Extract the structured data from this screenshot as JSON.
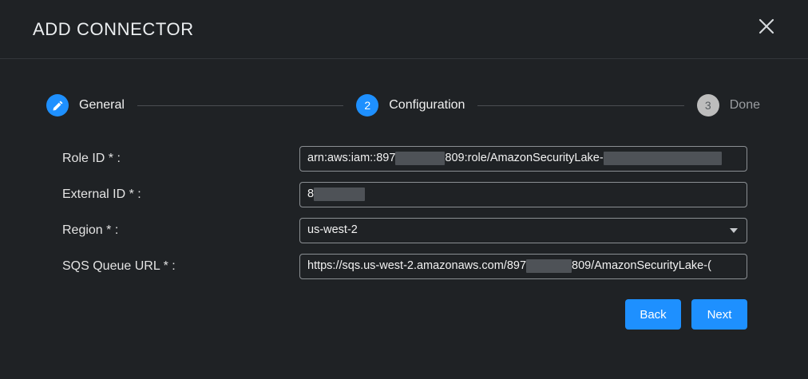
{
  "header": {
    "title": "ADD CONNECTOR",
    "close_icon": "close-icon"
  },
  "stepper": {
    "steps": [
      {
        "marker": "✎",
        "icon": "pencil-icon",
        "label": "General",
        "state": "complete"
      },
      {
        "marker": "2",
        "label": "Configuration",
        "state": "active"
      },
      {
        "marker": "3",
        "label": "Done",
        "state": "inactive"
      }
    ]
  },
  "form": {
    "fields": [
      {
        "label": "Role ID * :",
        "type": "text",
        "value_prefix": "arn:aws:iam::897",
        "value_middle": "809:role/AmazonSecurityLake-",
        "redacted": true
      },
      {
        "label": "External ID * :",
        "type": "text",
        "value_prefix": "8",
        "redacted": true
      },
      {
        "label": "Region * :",
        "type": "select",
        "value": "us-west-2",
        "caret_icon": "chevron-down-icon"
      },
      {
        "label": "SQS Queue URL * :",
        "type": "text",
        "value_prefix": "https://sqs.us-west-2.amazonaws.com/897",
        "value_middle": "809/AmazonSecurityLake-(",
        "redacted": true
      }
    ]
  },
  "actions": {
    "back_label": "Back",
    "next_label": "Next"
  },
  "colors": {
    "accent": "#1e90ff",
    "background": "#1f2225",
    "inactive_step": "#bdbdbd",
    "redaction": "#4e5257"
  }
}
